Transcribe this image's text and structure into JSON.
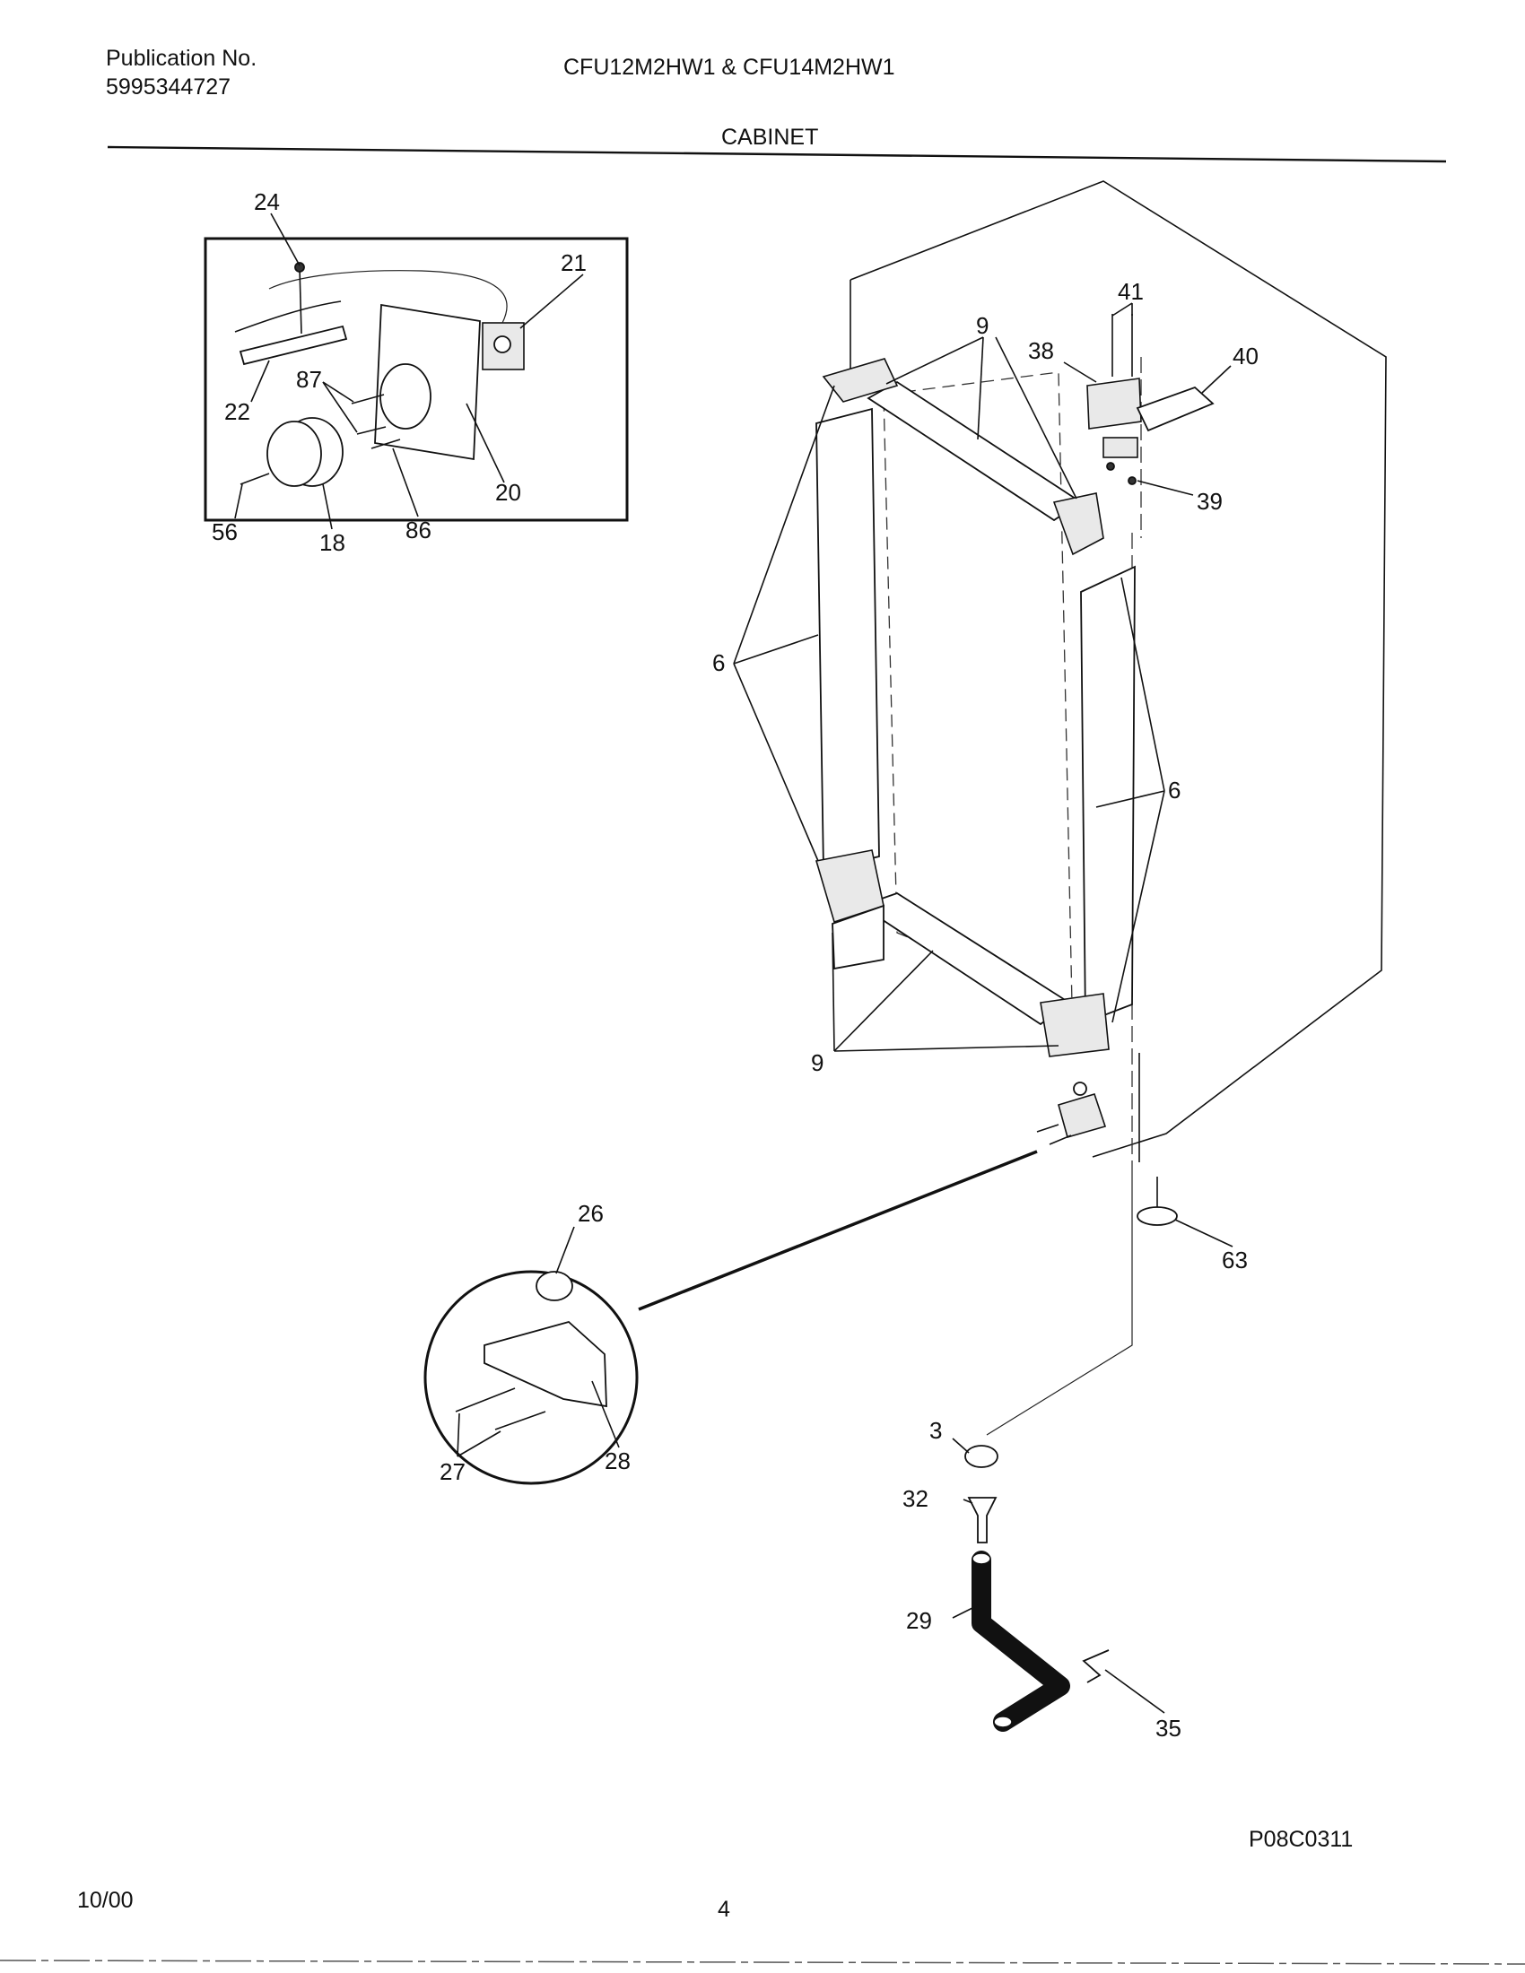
{
  "header": {
    "publication_label": "Publication No.",
    "publication_number": "5995344727",
    "models": "CFU12M2HW1  &  CFU14M2HW1",
    "section_title": "CABINET"
  },
  "callouts": {
    "c24": "24",
    "c21": "21",
    "c22": "22",
    "c87": "87",
    "c20": "20",
    "c56": "56",
    "c18": "18",
    "c86": "86",
    "c9_top": "9",
    "c41": "41",
    "c38": "38",
    "c40": "40",
    "c39": "39",
    "c6_left": "6",
    "c6_right": "6",
    "c9_bottom": "9",
    "c26": "26",
    "c27": "27",
    "c28": "28",
    "c63": "63",
    "c3": "3",
    "c32": "32",
    "c29": "29",
    "c35": "35"
  },
  "footer": {
    "diagram_code": "P08C0311",
    "date": "10/00",
    "page_number": "4"
  }
}
